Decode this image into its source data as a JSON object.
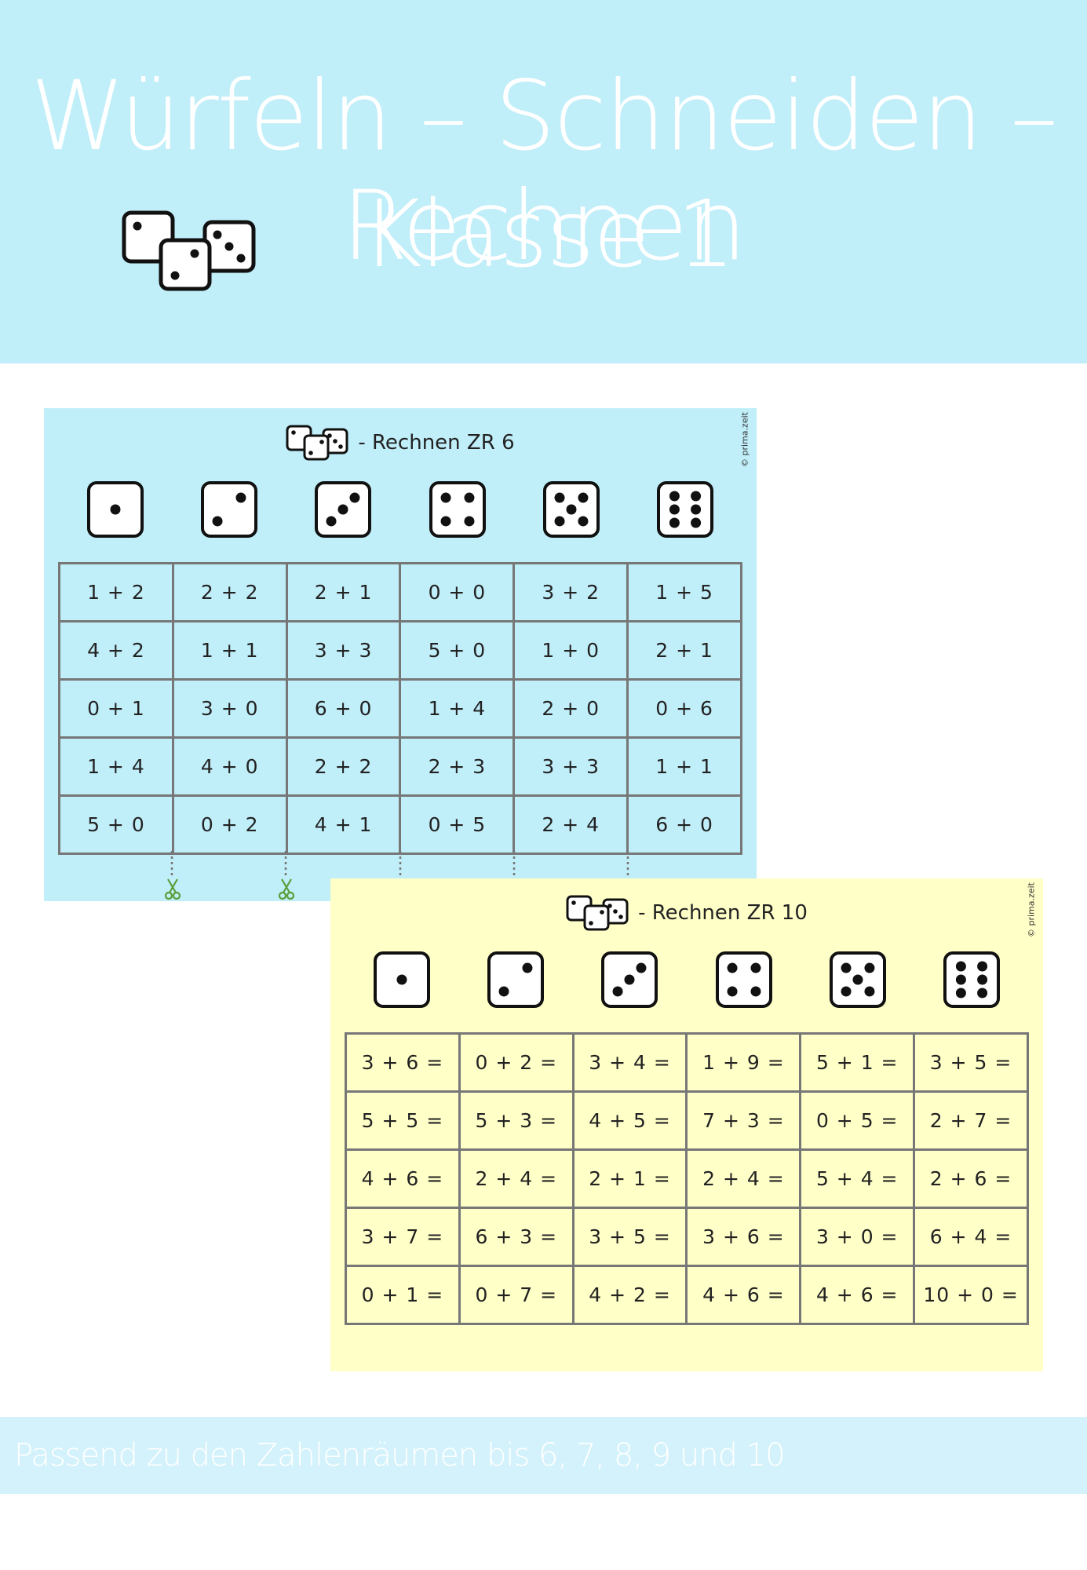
{
  "header": {
    "title_line1": "Würfeln – Schneiden – Rechnen",
    "title_line2": "Klasse 1",
    "dice_icon": "three-dice-icon"
  },
  "sheets": [
    {
      "title": "- Rechnen ZR 6",
      "copyright": "© prima.zeit",
      "dice": [
        1,
        2,
        3,
        4,
        5,
        6
      ],
      "rows": [
        [
          "1 + 2",
          "2 + 2",
          "2 + 1",
          "0 + 0",
          "3 + 2",
          "1 + 5"
        ],
        [
          "4 + 2",
          "1 + 1",
          "3 + 3",
          "5 + 0",
          "1 + 0",
          "2 + 1"
        ],
        [
          "0 + 1",
          "3 + 0",
          "6 + 0",
          "1 + 4",
          "2 + 0",
          "0 + 6"
        ],
        [
          "1 + 4",
          "4 + 0",
          "2 + 2",
          "2 + 3",
          "3 + 3",
          "1 + 1"
        ],
        [
          "5 + 0",
          "0 + 2",
          "4 + 1",
          "0 + 5",
          "2 + 4",
          "6 + 0"
        ]
      ],
      "scissors_icon": "scissors-icon"
    },
    {
      "title": "- Rechnen ZR 10",
      "copyright": "© prima.zeit",
      "dice": [
        1,
        2,
        3,
        4,
        5,
        6
      ],
      "rows": [
        [
          "3 + 6 =",
          "0 + 2 =",
          "3 + 4 =",
          "1 + 9 =",
          "5 + 1 =",
          "3 + 5 ="
        ],
        [
          "5 + 5 =",
          "5 + 3 =",
          "4 + 5 =",
          "7 + 3 =",
          "0 + 5 =",
          "2 + 7 ="
        ],
        [
          "4 + 6 =",
          "2 + 4 =",
          "2 + 1 =",
          "2 + 4 =",
          "5 + 4 =",
          "2 + 6 ="
        ],
        [
          "3 + 7 =",
          "6 + 3 =",
          "3 + 5 =",
          "3 + 6 =",
          "3 + 0 =",
          "6 + 4 ="
        ],
        [
          "0 + 1 =",
          "0 + 7 =",
          "4 + 2 =",
          "4 + 6 =",
          "4 + 6 =",
          "10 + 0 ="
        ]
      ]
    }
  ],
  "footer": {
    "text": "Passend zu den Zahlenräumen bis 6, 7, 8, 9 und 10"
  },
  "colors": {
    "header_bg": "#c0eef9",
    "sheet_blue": "#c0eef9",
    "sheet_yellow": "#ffffc8",
    "footer_bg": "#d4f2fb",
    "grid_border": "#777777",
    "scissors": "#5a9e3a"
  }
}
